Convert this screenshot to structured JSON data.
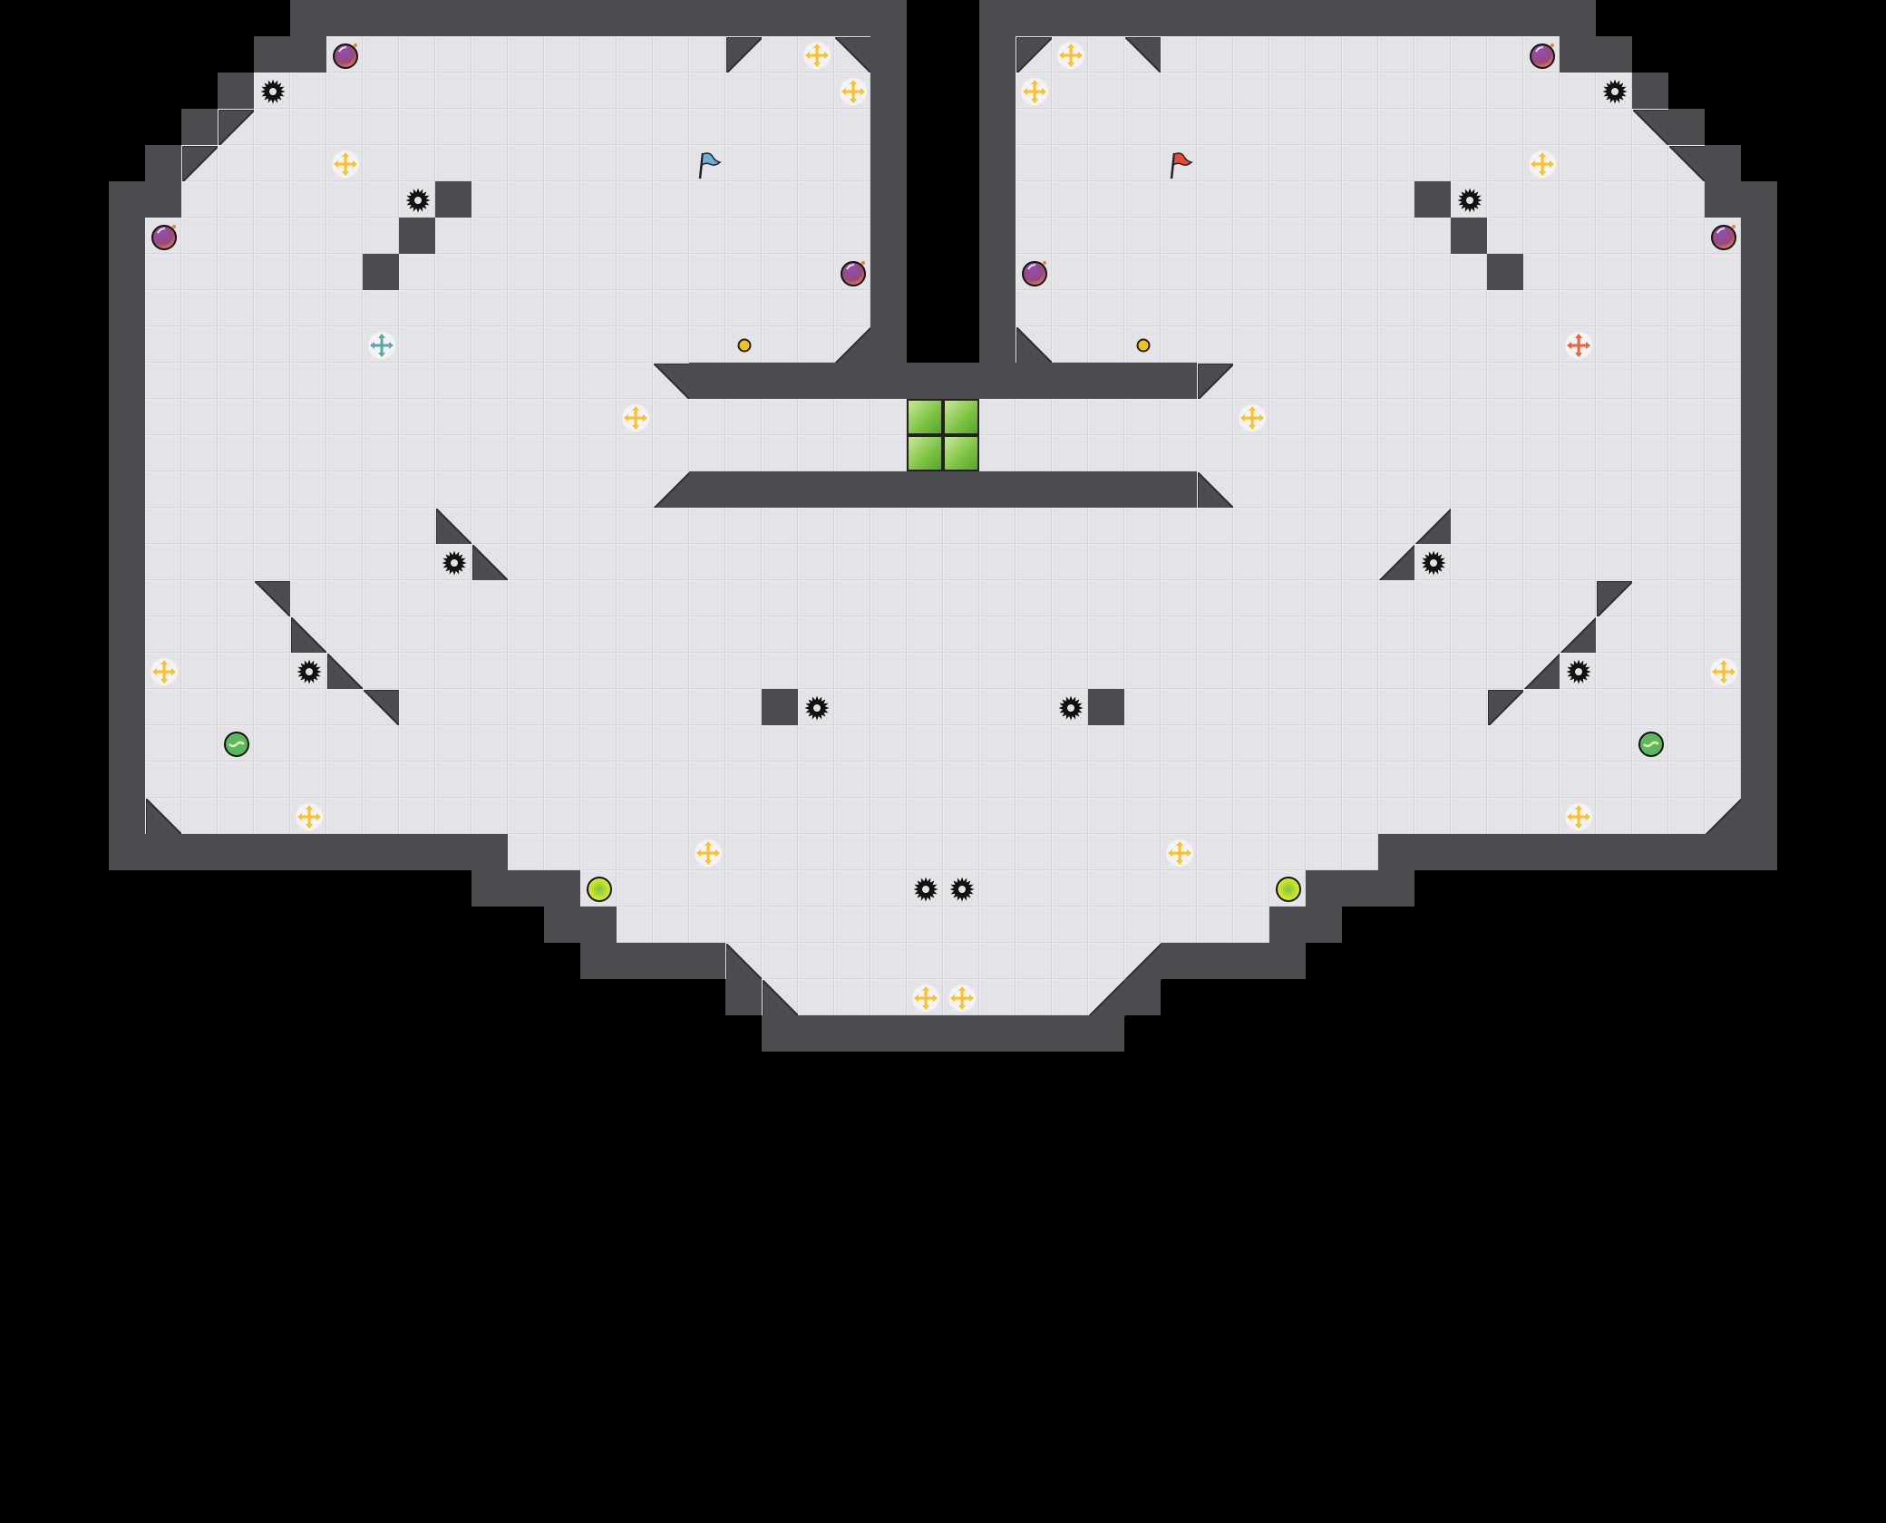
{
  "game": {
    "view": "map-editor-preview",
    "colors": {
      "background": "#000000",
      "wall": "#4b4b50",
      "floor": "#e4e4e8",
      "boost": "#f7c325",
      "blue_team": "#5aa6a8",
      "red_team": "#e8643c",
      "bomb": "#8a4a9a",
      "spike": "#111111",
      "gate": "#7cc242",
      "portal": "#c8e020"
    },
    "icons": [
      "wall-tile",
      "floor-tile",
      "spike-icon",
      "boost-icon",
      "team-boost-icon",
      "bomb-icon",
      "flag-icon",
      "button-icon",
      "powerup-icon",
      "gate-tile",
      "portal-icon"
    ]
  }
}
